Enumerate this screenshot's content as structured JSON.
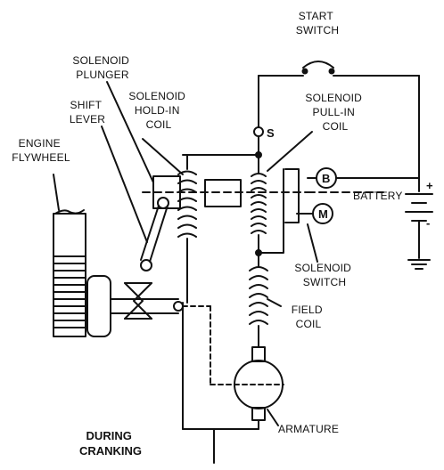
{
  "labels": {
    "start_switch": [
      "START",
      "SWITCH"
    ],
    "solenoid_plunger": [
      "SOLENOID",
      "PLUNGER"
    ],
    "shift_lever": [
      "SHIFT",
      "LEVER"
    ],
    "solenoid_hold_in_coil": [
      "SOLENOID",
      "HOLD-IN",
      "COIL"
    ],
    "solenoid_pull_in_coil": [
      "SOLENOID",
      "PULL-IN",
      "COIL"
    ],
    "engine_flywheel": [
      "ENGINE",
      "FLYWHEEL"
    ],
    "battery": "BATTERY",
    "battery_plus": "+",
    "battery_minus": "-",
    "terminal_s": "S",
    "terminal_b": "B",
    "terminal_m": "M",
    "solenoid_switch": [
      "SOLENOID",
      "SWITCH"
    ],
    "field_coil": [
      "FIELD",
      "COIL"
    ],
    "armature": "ARMATURE",
    "during_cranking": [
      "DURING",
      "CRANKING"
    ]
  }
}
